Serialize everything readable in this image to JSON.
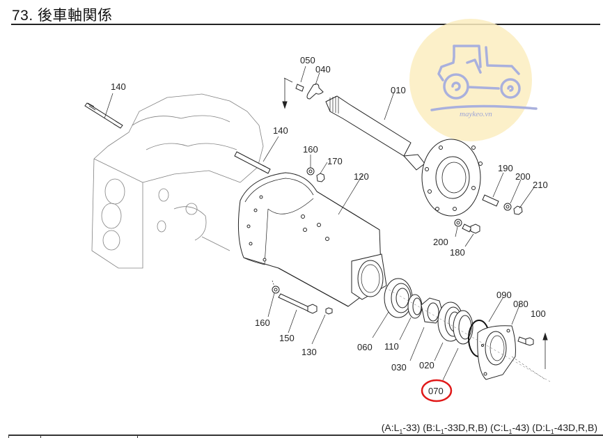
{
  "header": {
    "section_number": "73.",
    "title": "後車軸関係",
    "full_title": "73. 後車軸関係"
  },
  "watermark": {
    "icon": "tractor-icon",
    "text": "maykeo.vn",
    "circle_color": "#fbedc0",
    "icon_color": "#a9b0dd"
  },
  "highlight": {
    "part": "070",
    "color": "#e01818"
  },
  "parts": [
    {
      "id": "010",
      "label": "010"
    },
    {
      "id": "020",
      "label": "020"
    },
    {
      "id": "030",
      "label": "030"
    },
    {
      "id": "040",
      "label": "040"
    },
    {
      "id": "050",
      "label": "050"
    },
    {
      "id": "060",
      "label": "060"
    },
    {
      "id": "070",
      "label": "070"
    },
    {
      "id": "080",
      "label": "080"
    },
    {
      "id": "090",
      "label": "090"
    },
    {
      "id": "100",
      "label": "100"
    },
    {
      "id": "110",
      "label": "110"
    },
    {
      "id": "120",
      "label": "120"
    },
    {
      "id": "130",
      "label": "130"
    },
    {
      "id": "140a",
      "label": "140"
    },
    {
      "id": "140b",
      "label": "140"
    },
    {
      "id": "150",
      "label": "150"
    },
    {
      "id": "160a",
      "label": "160"
    },
    {
      "id": "160b",
      "label": "160"
    },
    {
      "id": "170",
      "label": "170"
    },
    {
      "id": "180",
      "label": "180"
    },
    {
      "id": "190",
      "label": "190"
    },
    {
      "id": "200a",
      "label": "200"
    },
    {
      "id": "200b",
      "label": "200"
    },
    {
      "id": "210",
      "label": "210"
    }
  ],
  "footer": {
    "models": [
      {
        "key": "A",
        "model": "L1-33",
        "prefix": "(A:L",
        "sub": "1",
        "suffix": "-33)"
      },
      {
        "key": "B",
        "model": "L1-33D,R,B",
        "prefix": "(B:L",
        "sub": "1",
        "suffix": "-33D,R,B)"
      },
      {
        "key": "C",
        "model": "L1-43",
        "prefix": "(C:L",
        "sub": "1",
        "suffix": "-43)"
      },
      {
        "key": "D",
        "model": "L1-43D,R,B",
        "prefix": "(D:L",
        "sub": "1",
        "suffix": "-43D,R,B)"
      }
    ]
  }
}
